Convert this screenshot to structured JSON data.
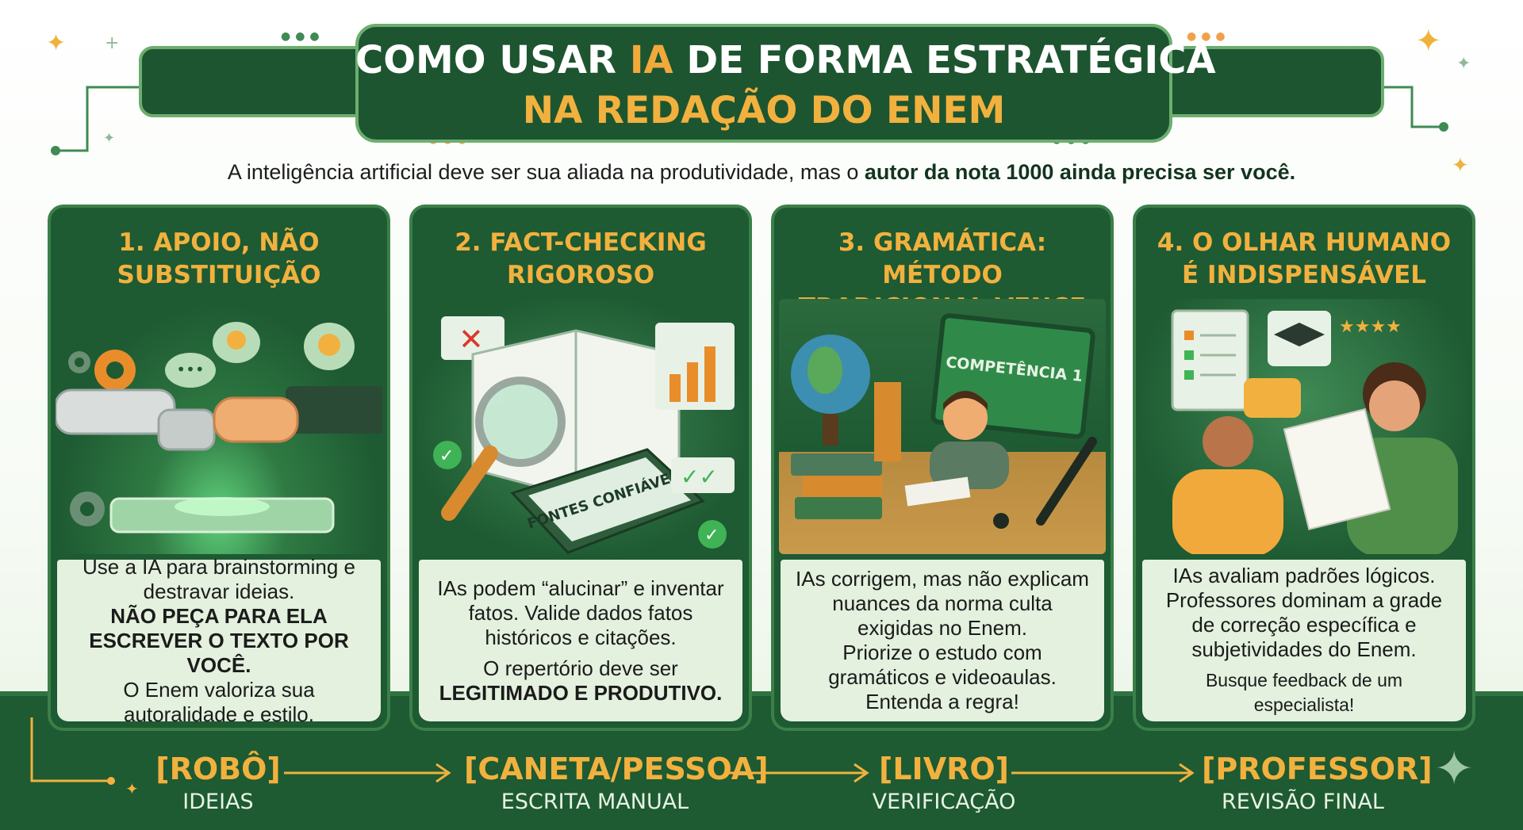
{
  "title": {
    "line1_pre": "COMO USAR ",
    "line1_highlight": "IA",
    "line1_post": " DE FORMA ESTRATÉGICA",
    "line2": "NA REDAÇÃO DO ENEM"
  },
  "subtitle": {
    "normal": "A inteligência artificial deve ser sua aliada na produtividade, mas o ",
    "bold": "autor da nota 1000 ainda precisa ser você."
  },
  "cards": [
    {
      "title_lines": [
        "1. APOIO, NÃO",
        "SUBSTITUIÇÃO"
      ],
      "text1": "Use a IA para brainstorming e destravar ideias.",
      "strong": "NÃO PEÇA PARA ELA ESCREVER O TEXTO POR VOCÊ.",
      "text2": "O Enem valoriza sua autoralidade e estilo."
    },
    {
      "title_lines": [
        "2. FACT-CHECKING",
        "RIGOROSO"
      ],
      "text1": "IAs podem “alucinar” e inventar fatos. Valide dados fatos históricos e citações.",
      "text2": "O repertório deve ser",
      "strong": "LEGITIMADO E PRODUTIVO.",
      "illus_label": "FONTES CONFIÁVEIS"
    },
    {
      "title_lines": [
        "3. GRAMÁTICA: MÉTODO",
        "TRADICIONAL VENCE"
      ],
      "text1": "IAs corrigem, mas não explicam nuances da norma culta exigidas no Enem.",
      "text2": "Priorize o estudo com gramáticos e videoaulas. Entenda a regra!",
      "illus_label": "COMPETÊNCIA 1"
    },
    {
      "title_lines": [
        "4. O OLHAR HUMANO",
        "É INDISPENSÁVEL"
      ],
      "text1": "IAs avaliam padrões lógicos. Professores dominam a grade de correção específica e subjetividades do Enem.",
      "text2": "Busque feedback de um especialista!"
    }
  ],
  "flow": [
    {
      "label": "[ROBÔ]",
      "sub": "IDEIAS"
    },
    {
      "label": "[CANETA/PESSOA]",
      "sub": "ESCRITA MANUAL"
    },
    {
      "label": "[LIVRO]",
      "sub": "VERIFICAÇÃO"
    },
    {
      "label": "[PROFESSOR]",
      "sub": "REVISÃO FINAL"
    }
  ],
  "colors": {
    "dark_green": "#1e5a32",
    "accent_orange": "#f2b13e",
    "light_panel": "#e3f1de"
  },
  "icons": [
    "robot-hand-icon",
    "human-hand-icon",
    "gear-icon",
    "lightbulb-icon",
    "chat-bubble-icon",
    "magnifier-icon",
    "book-icon",
    "chart-icon",
    "checkmark-icon",
    "x-mark-icon",
    "globe-icon",
    "pen-icon",
    "clipboard-icon",
    "graduation-cap-icon",
    "star-icon"
  ]
}
